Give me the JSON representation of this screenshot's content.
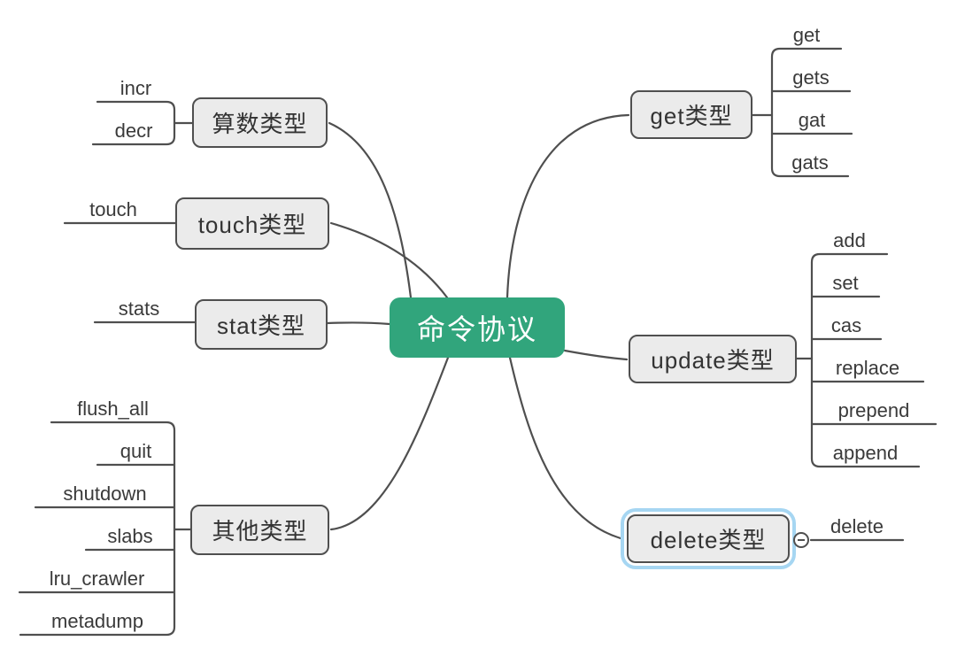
{
  "root": {
    "label": "命令协议"
  },
  "branches": [
    {
      "label": "get类型",
      "side": "right",
      "selected": false,
      "children": [
        "get",
        "gets",
        "gat",
        "gats"
      ]
    },
    {
      "label": "update类型",
      "side": "right",
      "selected": false,
      "children": [
        "add",
        "set",
        "cas",
        "replace",
        "prepend",
        "append"
      ]
    },
    {
      "label": "delete类型",
      "side": "right",
      "selected": true,
      "collapse_icon": "minus",
      "children": [
        "delete"
      ]
    },
    {
      "label": "算数类型",
      "side": "left",
      "selected": false,
      "children": [
        "incr",
        "decr"
      ]
    },
    {
      "label": "touch类型",
      "side": "left",
      "selected": false,
      "children": [
        "touch"
      ]
    },
    {
      "label": "stat类型",
      "side": "left",
      "selected": false,
      "children": [
        "stats"
      ]
    },
    {
      "label": "其他类型",
      "side": "left",
      "selected": false,
      "children": [
        "flush_all",
        "quit",
        "shutdown",
        "slabs",
        "lru_crawler",
        "metadump"
      ]
    }
  ],
  "colors": {
    "root_fill": "#31a57c",
    "root_text": "#ffffff",
    "node_fill": "#ebebeb",
    "node_border": "#4f4f4f",
    "connector_line": "#4f4f4f",
    "leaf_text": "#3a3a3a",
    "selection_ring": "#a6d6f2",
    "background": "#ffffff"
  }
}
